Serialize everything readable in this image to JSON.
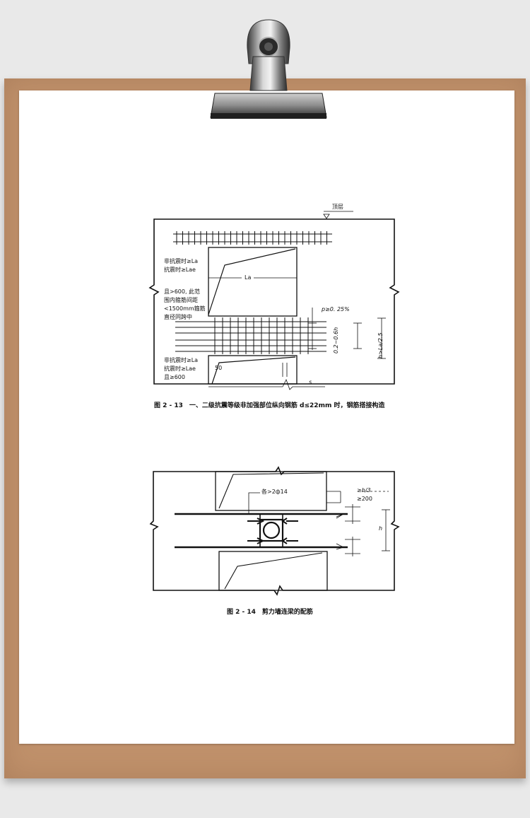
{
  "figure1": {
    "top_label": "顶层",
    "left_note_1_line1": "非抗震时≥La",
    "left_note_1_line2": "抗震时≥Lae",
    "la_label": "La",
    "left_note_2_line1": "且>600, 此范",
    "left_note_2_line2": "围内箍筋间距",
    "left_note_2_line3": "<1500mm箍筋",
    "left_note_2_line4": "直径同跨中",
    "p_label": "p≥0. 25%",
    "vert_label": "0.2~0.6h",
    "right_label": "h>La/2.5",
    "bottom_note_line1": "非抗震时≥La",
    "bottom_note_line2": "抗震时≥Lae",
    "bottom_note_line3": "且≥600",
    "dim_50": "50",
    "s_label": "s",
    "caption": "图 2 - 13　一、二级抗震等级非加强部位纵向钢筋 d≤22mm 时，钢筋搭接构造"
  },
  "figure2": {
    "bar_label": "各>2ф14",
    "dim_label_1": "≥h/3",
    "dim_label_2": "≥200",
    "h_label": "h",
    "caption": "图 2 - 14　剪力墙连梁的配筋"
  }
}
